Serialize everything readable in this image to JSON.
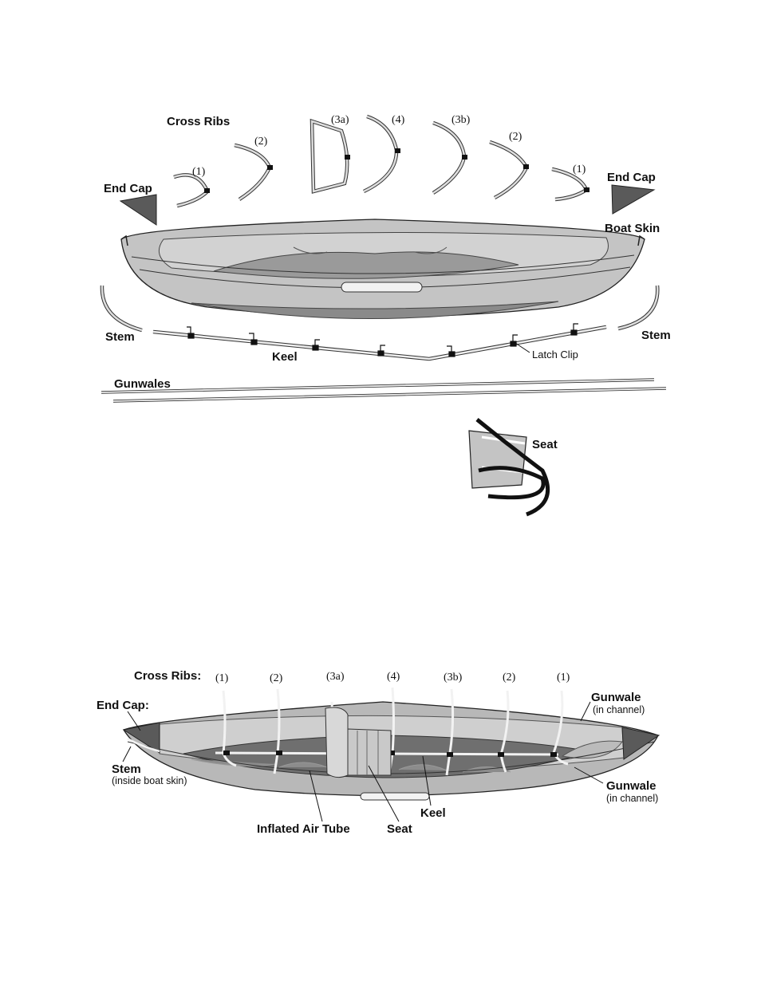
{
  "top_diagram": {
    "cross_ribs_label": "Cross Ribs",
    "rib_numbers": [
      "(1)",
      "(2)",
      "(3a)",
      "(4)",
      "(3b)",
      "(2)",
      "(1)"
    ],
    "end_cap_left": "End Cap",
    "end_cap_right": "End Cap",
    "boat_skin": "Boat Skin",
    "stem_left": "Stem",
    "stem_right": "Stem",
    "keel": "Keel",
    "latch_clip": "Latch Clip",
    "gunwales": "Gunwales",
    "seat": "Seat"
  },
  "bottom_diagram": {
    "cross_ribs_label": "Cross Ribs:",
    "rib_numbers": [
      "(1)",
      "(2)",
      "(3a)",
      "(4)",
      "(3b)",
      "(2)",
      "(1)"
    ],
    "end_cap": "End Cap:",
    "stem": "Stem",
    "stem_note": "(inside boat skin)",
    "gunwale_top": "Gunwale",
    "gunwale_top_note": "(in channel)",
    "gunwale_bottom": "Gunwale",
    "gunwale_bottom_note": "(in channel)",
    "inflated_air_tube": "Inflated Air Tube",
    "seat": "Seat",
    "keel": "Keel"
  },
  "colors": {
    "skin_light": "#c4c4c4",
    "skin_mid": "#a0a0a0",
    "skin_dark": "#6b6b6b",
    "end_cap": "#5a5a5a",
    "outline": "#222222"
  }
}
